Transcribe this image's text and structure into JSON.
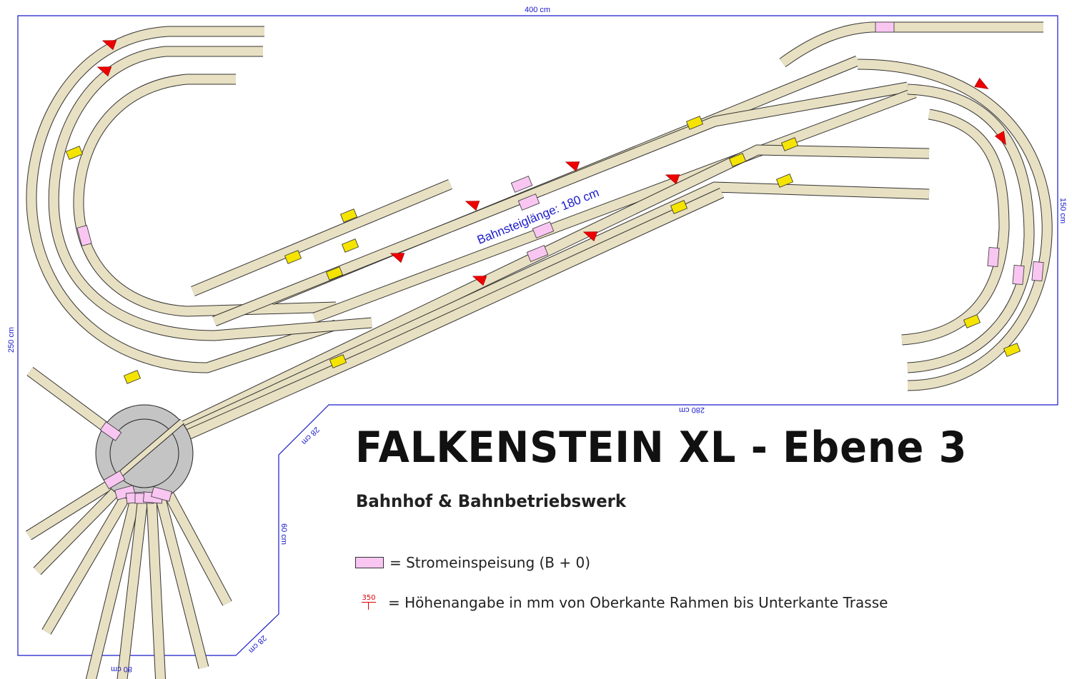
{
  "header": {
    "title": "FALKENSTEIN XL - Ebene 3",
    "subtitle": "Bahnhof & Bahnbetriebswerk"
  },
  "dimensions": {
    "top": "400 cm",
    "left": "250 cm",
    "right": "150 cm",
    "inner_top": "280 cm",
    "diag_upper": "28 cm",
    "inner_vertical": "60 cm",
    "diag_lower": "28 cm",
    "bottom": "80 cm"
  },
  "annotations": {
    "platform_length": "Bahnsteiglänge: 180 cm"
  },
  "legend": {
    "power_feed": "= Stromeinspeisung (B + 0)",
    "height_marker_value": "350",
    "height": "= Höhenangabe in mm von Oberkante Rahmen bis Unterkante Trasse"
  },
  "colors": {
    "track": "#e8e0c2",
    "feed": "#f9c6f2",
    "arrow": "#ee0000",
    "signal": "#f5e400",
    "dimension": "#1a1acc",
    "turntable": "#c4c4c4"
  }
}
